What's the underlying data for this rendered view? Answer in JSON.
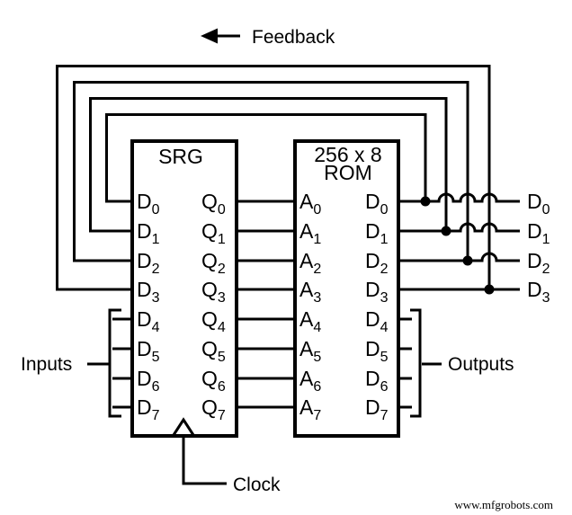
{
  "colors": {
    "line": "#000000",
    "background": "#ffffff"
  },
  "feedback": {
    "label": "Feedback"
  },
  "srg": {
    "title": "SRG",
    "input_pins": [
      {
        "base": "D",
        "sub": "0"
      },
      {
        "base": "D",
        "sub": "1"
      },
      {
        "base": "D",
        "sub": "2"
      },
      {
        "base": "D",
        "sub": "3"
      },
      {
        "base": "D",
        "sub": "4"
      },
      {
        "base": "D",
        "sub": "5"
      },
      {
        "base": "D",
        "sub": "6"
      },
      {
        "base": "D",
        "sub": "7"
      }
    ],
    "output_pins": [
      {
        "base": "Q",
        "sub": "0"
      },
      {
        "base": "Q",
        "sub": "1"
      },
      {
        "base": "Q",
        "sub": "2"
      },
      {
        "base": "Q",
        "sub": "3"
      },
      {
        "base": "Q",
        "sub": "4"
      },
      {
        "base": "Q",
        "sub": "5"
      },
      {
        "base": "Q",
        "sub": "6"
      },
      {
        "base": "Q",
        "sub": "7"
      }
    ]
  },
  "rom": {
    "title": "256 x 8",
    "subtitle": "ROM",
    "address_pins": [
      {
        "base": "A",
        "sub": "0"
      },
      {
        "base": "A",
        "sub": "1"
      },
      {
        "base": "A",
        "sub": "2"
      },
      {
        "base": "A",
        "sub": "3"
      },
      {
        "base": "A",
        "sub": "4"
      },
      {
        "base": "A",
        "sub": "5"
      },
      {
        "base": "A",
        "sub": "6"
      },
      {
        "base": "A",
        "sub": "7"
      }
    ],
    "data_pins": [
      {
        "base": "D",
        "sub": "0"
      },
      {
        "base": "D",
        "sub": "1"
      },
      {
        "base": "D",
        "sub": "2"
      },
      {
        "base": "D",
        "sub": "3"
      },
      {
        "base": "D",
        "sub": "4"
      },
      {
        "base": "D",
        "sub": "5"
      },
      {
        "base": "D",
        "sub": "6"
      },
      {
        "base": "D",
        "sub": "7"
      }
    ]
  },
  "external_output_pins": [
    {
      "base": "D",
      "sub": "0"
    },
    {
      "base": "D",
      "sub": "1"
    },
    {
      "base": "D",
      "sub": "2"
    },
    {
      "base": "D",
      "sub": "3"
    }
  ],
  "annotations": {
    "inputs": "Inputs",
    "outputs": "Outputs",
    "clock": "Clock"
  },
  "watermark": "www.mfgrobots.com"
}
